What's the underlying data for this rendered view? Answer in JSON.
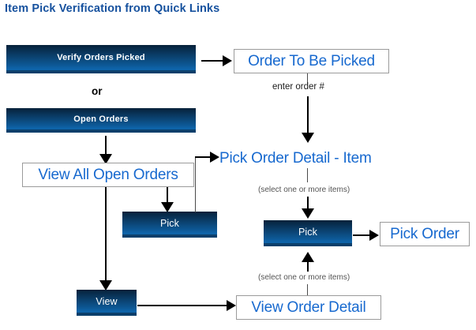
{
  "title": "Item Pick Verification from Quick Links",
  "nodes": {
    "verify_orders_picked": "Verify Orders Picked",
    "or_label": "or",
    "open_orders": "Open Orders",
    "view_all_open_orders": "View All Open Orders",
    "pick_left": "Pick",
    "view": "View",
    "order_to_be_picked": "Order To Be Picked",
    "pick_order_detail_item": "Pick Order Detail - Item",
    "pick_right": "Pick",
    "pick_order": "Pick Order",
    "view_order_detail": "View Order Detail"
  },
  "edge_labels": {
    "enter_order": "enter order #",
    "select_items_upper": "(select one or more items)",
    "select_items_lower": "(select one or more items)"
  },
  "colors": {
    "title_blue": "#16519e",
    "link_blue": "#1769cf",
    "button_top": "#062139",
    "button_bottom": "#0e63a8",
    "button_shadow": "#0b3f6b",
    "box_border": "#9b9b9b",
    "connector": "#000000",
    "background": "#ffffff"
  }
}
